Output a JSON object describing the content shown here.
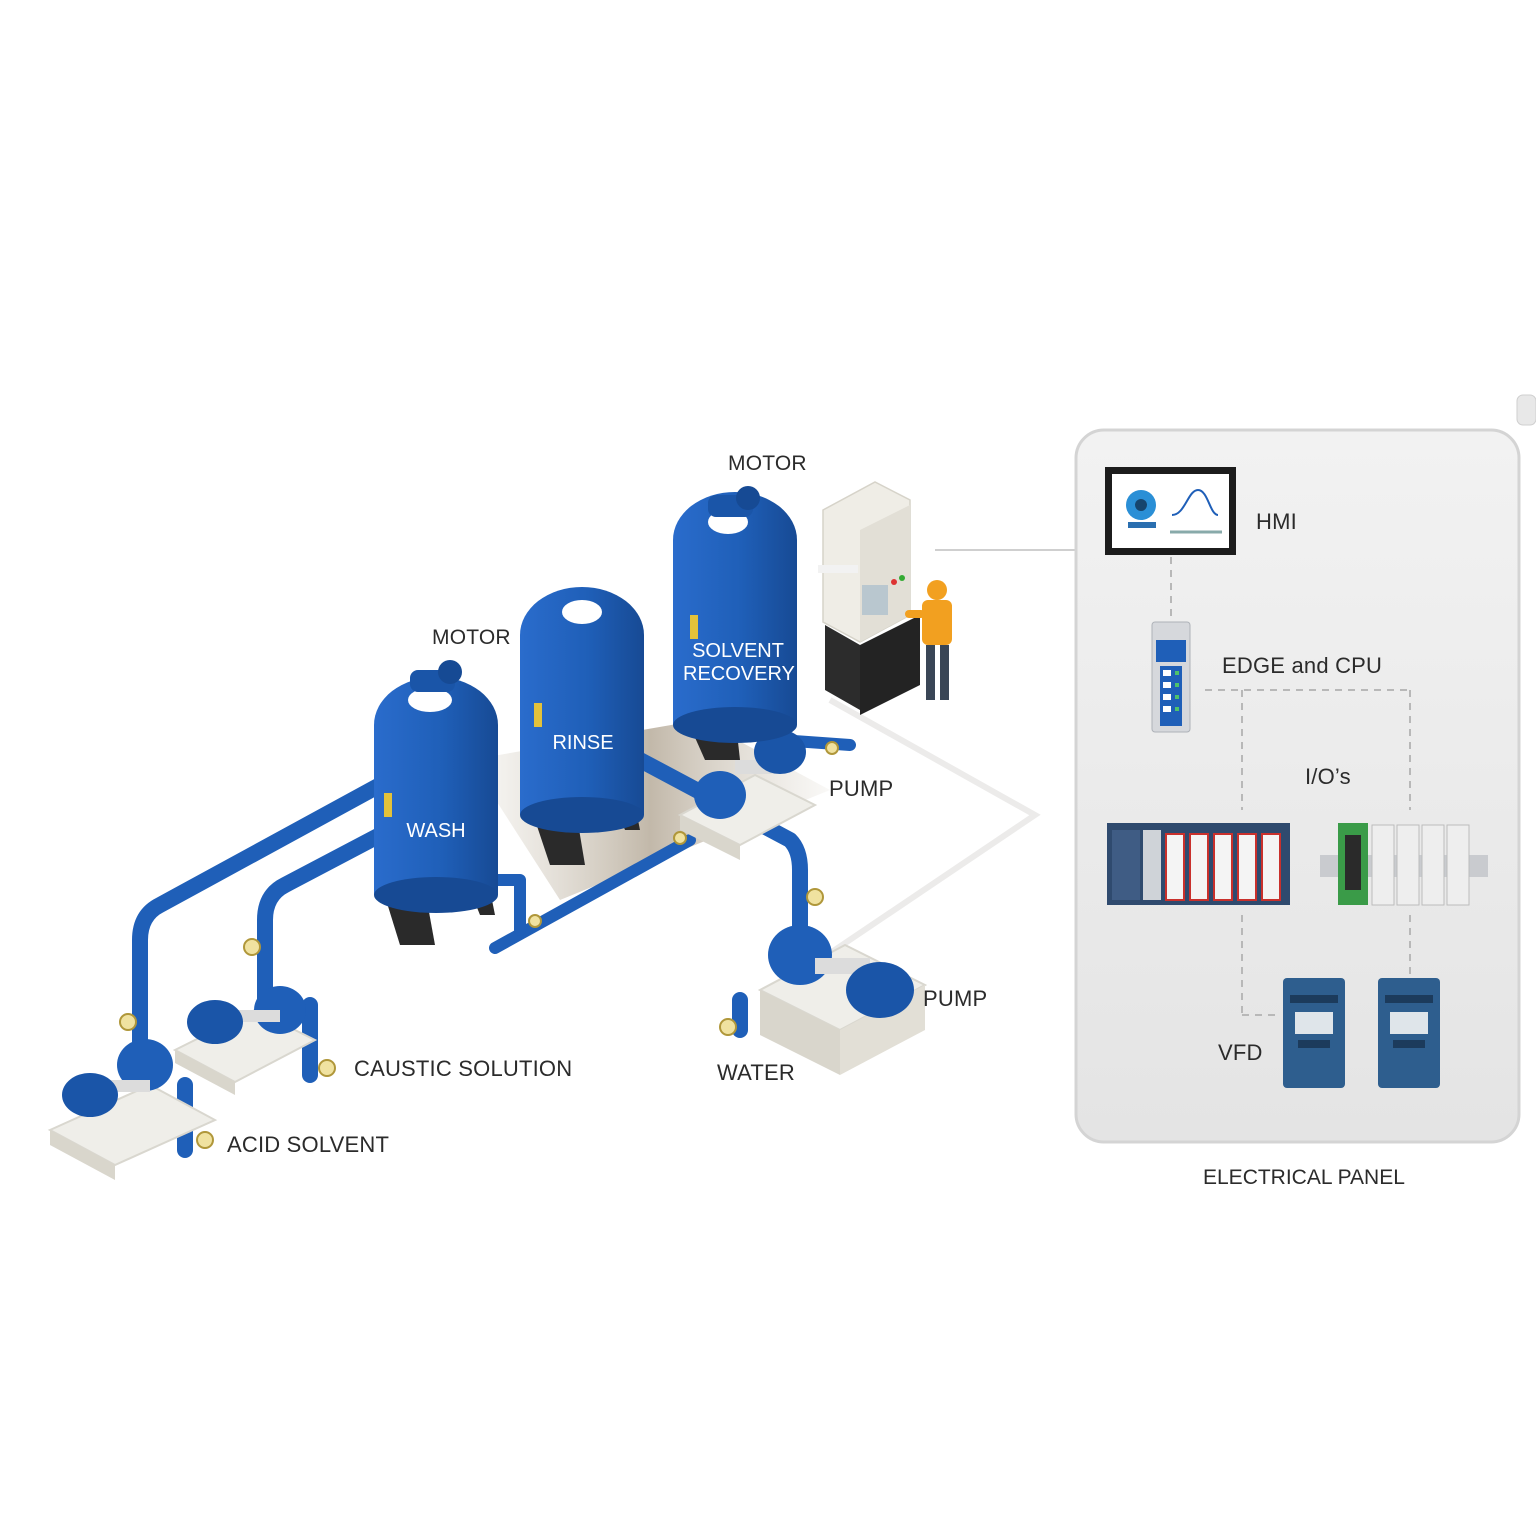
{
  "labels": {
    "motor_top": "MOTOR",
    "motor_mid": "MOTOR",
    "solvent_recovery_line1": "SOLVENT",
    "solvent_recovery_line2": "RECOVERY",
    "rinse": "RINSE",
    "wash": "WASH",
    "pump_upper": "PUMP",
    "pump_lower": "PUMP",
    "caustic_solution": "CAUSTIC SOLUTION",
    "acid_solvent": "ACID SOLVENT",
    "water": "WATER"
  },
  "panel": {
    "hmi": "HMI",
    "edge_cpu": "EDGE and CPU",
    "ios": "I/O’s",
    "vfd": "VFD",
    "title": "ELECTRICAL PANEL"
  },
  "colors": {
    "tank_blue": "#1f5fb8",
    "tank_dark": "#163f86",
    "panel_bg": "#e9e9e9",
    "panel_border": "#d4d4d4",
    "base_grey": "#e8e6df",
    "vfd_blue": "#2e5e8e",
    "worker_orange": "#f2a020"
  }
}
